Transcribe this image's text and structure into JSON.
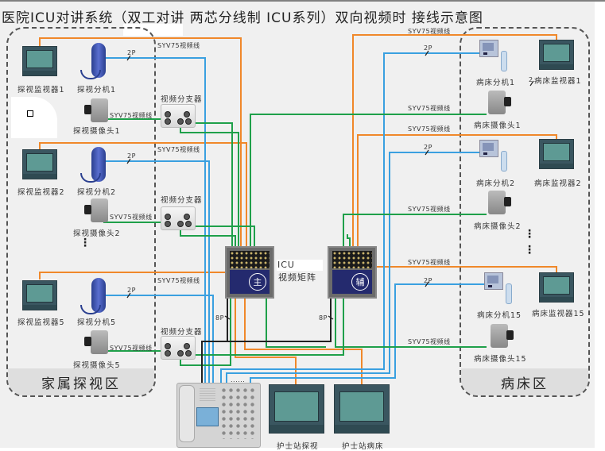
{
  "title": "医院ICU对讲系统（双工对讲 两芯分线制 ICU系列）双向视频时 接线示意图",
  "zones": {
    "family": {
      "label": "家属探视区"
    },
    "bedside": {
      "label": "病床区"
    }
  },
  "family_groups": [
    {
      "monitor": "探视监视器1",
      "handset": "探视分机1",
      "camera": "探视摄像头1"
    },
    {
      "monitor": "探视监视器2",
      "handset": "探视分机2",
      "camera": "探视摄像头2"
    },
    {
      "monitor": "探视监视器5",
      "handset": "探视分机5",
      "camera": "探视摄像头5"
    }
  ],
  "bed_groups": [
    {
      "unit": "病床分机1",
      "monitor": "病床监视器1",
      "camera": "病床摄像头1"
    },
    {
      "unit": "病床分机2",
      "monitor": "病床监视器2",
      "camera": "病床摄像头2"
    },
    {
      "unit": "病床分机15",
      "monitor": "病床监视器15",
      "camera": "病床摄像头15"
    }
  ],
  "splitter_label": "视频分支器",
  "cable_video": "SYV75视频线",
  "cable_2p": "2P",
  "cable_8p": "8P",
  "bed_monitor1_prefix": "2",
  "matrix": {
    "label_line1": "ICU",
    "label_line2": "视频矩阵",
    "main_badge": "主",
    "aux_badge": "辅"
  },
  "console_dots": "......",
  "nurse_monitors": [
    {
      "label": "护士站探视"
    },
    {
      "label": "护士站病床"
    }
  ],
  "ellipsis": "⋮",
  "wire_colors": {
    "video_orange": "#f0882a",
    "audio_blue": "#3aa0e0",
    "video_green": "#1fa04a",
    "bus_black": "#222222"
  }
}
